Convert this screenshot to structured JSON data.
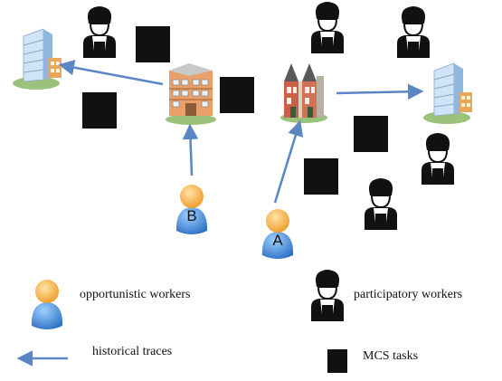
{
  "workers": {
    "opportunistic": [
      {
        "label": "B"
      },
      {
        "label": "A"
      }
    ]
  },
  "legend": {
    "opportunistic_workers": "opportunistic workers",
    "participatory_workers": "participatory workers",
    "historical_traces": "historical traces",
    "mcs_tasks": "MCS tasks"
  },
  "colors": {
    "trace_arrow": "#5b86c4",
    "opportunistic_head": "#f5b041",
    "opportunistic_body": "#4a90d9",
    "task": "#111111",
    "participatory": "#111111"
  }
}
